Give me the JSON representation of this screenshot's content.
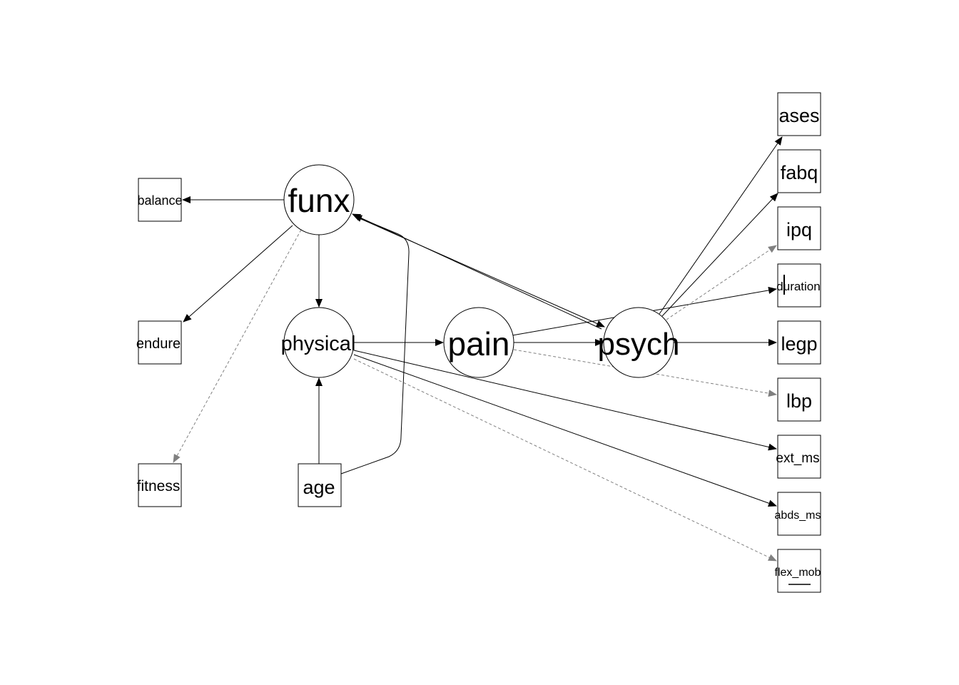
{
  "diagram": {
    "type": "path-diagram",
    "latent_nodes": [
      {
        "id": "funx",
        "label": "funx"
      },
      {
        "id": "physical",
        "label": "physical"
      },
      {
        "id": "pain",
        "label": "pain"
      },
      {
        "id": "psych",
        "label": "psych"
      }
    ],
    "observed_nodes": [
      {
        "id": "balance",
        "label": "balance"
      },
      {
        "id": "endure",
        "label": "endure"
      },
      {
        "id": "fitness",
        "label": "fitness"
      },
      {
        "id": "age",
        "label": "age"
      },
      {
        "id": "ases",
        "label": "ases"
      },
      {
        "id": "fabq",
        "label": "fabq"
      },
      {
        "id": "ipq",
        "label": "ipq"
      },
      {
        "id": "duration",
        "label": "duration"
      },
      {
        "id": "legp",
        "label": "legp"
      },
      {
        "id": "lbp",
        "label": "lbp"
      },
      {
        "id": "ext_ms",
        "label": "ext_ms"
      },
      {
        "id": "abds_ms",
        "label": "abds_ms"
      },
      {
        "id": "flex_mob",
        "label": "flex_mob"
      }
    ],
    "edges": [
      {
        "from": "funx",
        "to": "balance",
        "style": "solid"
      },
      {
        "from": "funx",
        "to": "endure",
        "style": "solid"
      },
      {
        "from": "funx",
        "to": "fitness",
        "style": "dashed"
      },
      {
        "from": "funx",
        "to": "physical",
        "style": "solid"
      },
      {
        "from": "funx",
        "to": "psych",
        "style": "solid"
      },
      {
        "from": "psych",
        "to": "funx",
        "style": "solid"
      },
      {
        "from": "age",
        "to": "physical",
        "style": "solid"
      },
      {
        "from": "age",
        "to": "funx",
        "style": "solid"
      },
      {
        "from": "physical",
        "to": "pain",
        "style": "solid"
      },
      {
        "from": "physical",
        "to": "ext_ms",
        "style": "solid"
      },
      {
        "from": "physical",
        "to": "abds_ms",
        "style": "solid"
      },
      {
        "from": "physical",
        "to": "flex_mob",
        "style": "dashed"
      },
      {
        "from": "pain",
        "to": "psych",
        "style": "solid"
      },
      {
        "from": "pain",
        "to": "duration",
        "style": "solid"
      },
      {
        "from": "pain",
        "to": "lbp",
        "style": "dashed"
      },
      {
        "from": "psych",
        "to": "ases",
        "style": "solid"
      },
      {
        "from": "psych",
        "to": "fabq",
        "style": "solid"
      },
      {
        "from": "psych",
        "to": "ipq",
        "style": "dashed"
      },
      {
        "from": "psych",
        "to": "legp",
        "style": "solid"
      }
    ],
    "colors": {
      "solid": "#000000",
      "dashed": "#808080"
    }
  }
}
